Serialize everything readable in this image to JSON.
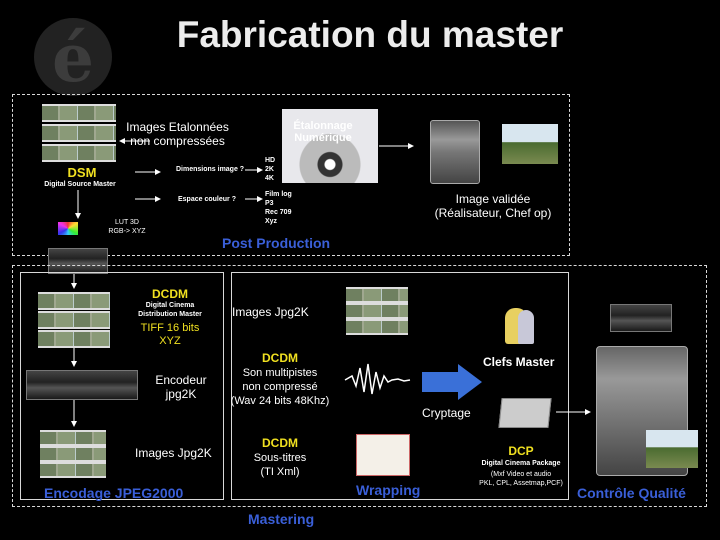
{
  "title": "Fabrication du master",
  "post_production": {
    "label": "Post Production",
    "images_etalonnees": "Images Etalonnées\nnon compressées",
    "etalonnage": "Étalonnage\nNumérique",
    "dsm": "DSM",
    "dsm_sub": "Digital Source Master",
    "dimensions": "Dimensions image ?",
    "espace": "Espace couleur ?",
    "dims_list": "HD\n2K\n4K",
    "color_list": "Film log\nP3\nRec 709\nXyz",
    "lut": "LUT 3D\nRGB-> XYZ",
    "image_validee": "Image validée\n(Réalisateur, Chef op)"
  },
  "encodage": {
    "label": "Encodage JPEG2000",
    "dcdm": "DCDM",
    "dcdm_sub": "Digital Cinema\nDistribution Master",
    "tiff": "TIFF 16 bits\nXYZ",
    "encodeur": "Encodeur\njpg2K",
    "images_jpg": "Images Jpg2K"
  },
  "wrapping": {
    "label": "Wrapping",
    "images_jpg": "Images Jpg2K",
    "dcdm1": "DCDM",
    "son": "Son multipistes\nnon compressé\n(Wav 24 bits 48Khz)",
    "dcdm2": "DCDM",
    "soustitres": "Sous-titres\n(TI Xml)",
    "clefs": "Clefs Master",
    "cryptage": "Cryptage",
    "dcp": "DCP",
    "dcp_sub": "Digital Cinema Package",
    "dcp_detail": "(Mxf Video et audio\nPKL, CPL, Assetmap,PCF)"
  },
  "controle": {
    "label": "Contrôle Qualité"
  },
  "mastering": {
    "label": "Mastering"
  },
  "colors": {
    "accent_blue": "#3a5fd8",
    "yellow": "#f0e020"
  },
  "icons": [
    "logo-e-icon",
    "projector-icon",
    "server-icon",
    "keys-icon",
    "clapperboard-icon",
    "waveform-icon",
    "arrow-right-icon"
  ]
}
